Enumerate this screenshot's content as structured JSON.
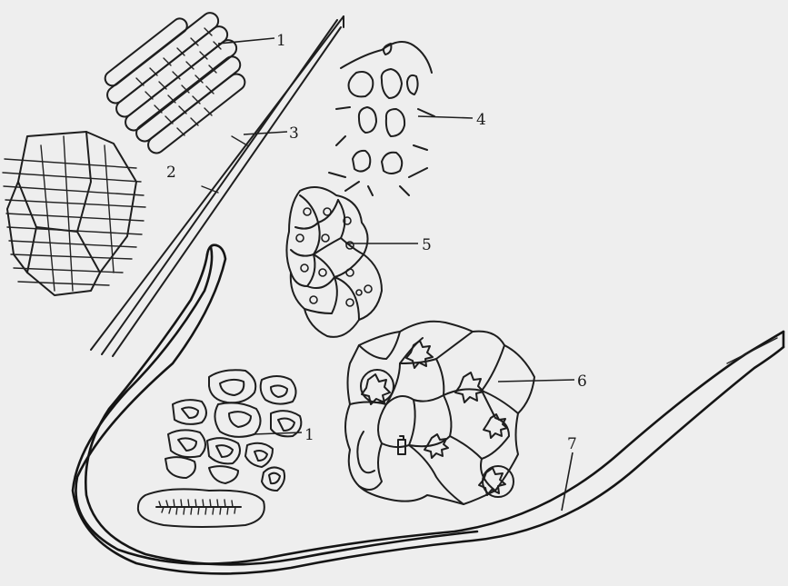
{
  "labels": {
    "l1_top": "1",
    "l2": "2",
    "l3": "3",
    "l4": "4",
    "l5": "5",
    "l6": "6",
    "l1_bottom": "1",
    "l7": "7"
  },
  "colors": {
    "paper": "#eeeeee",
    "ink": "#1e1e1e"
  }
}
